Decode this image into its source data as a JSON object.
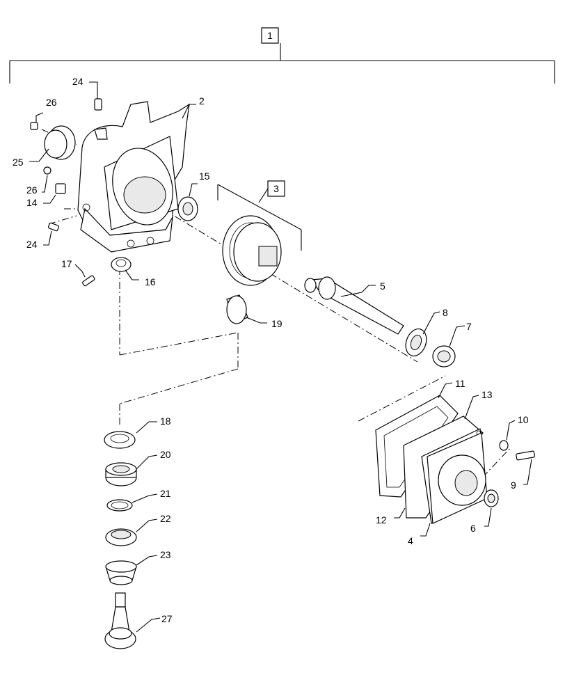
{
  "assembly_label": "1",
  "subassembly_label": "3",
  "callouts": {
    "c2": "2",
    "c4": "4",
    "c5": "5",
    "c6": "6",
    "c7": "7",
    "c8": "8",
    "c9": "9",
    "c10": "10",
    "c11": "11",
    "c12": "12",
    "c13": "13",
    "c14": "14",
    "c15": "15",
    "c16": "16",
    "c17": "17",
    "c18": "18",
    "c19": "19",
    "c20": "20",
    "c21": "21",
    "c22": "22",
    "c23": "23",
    "c24a": "24",
    "c24b": "24",
    "c25": "25",
    "c26a": "26",
    "c26b": "26",
    "c27": "27"
  }
}
